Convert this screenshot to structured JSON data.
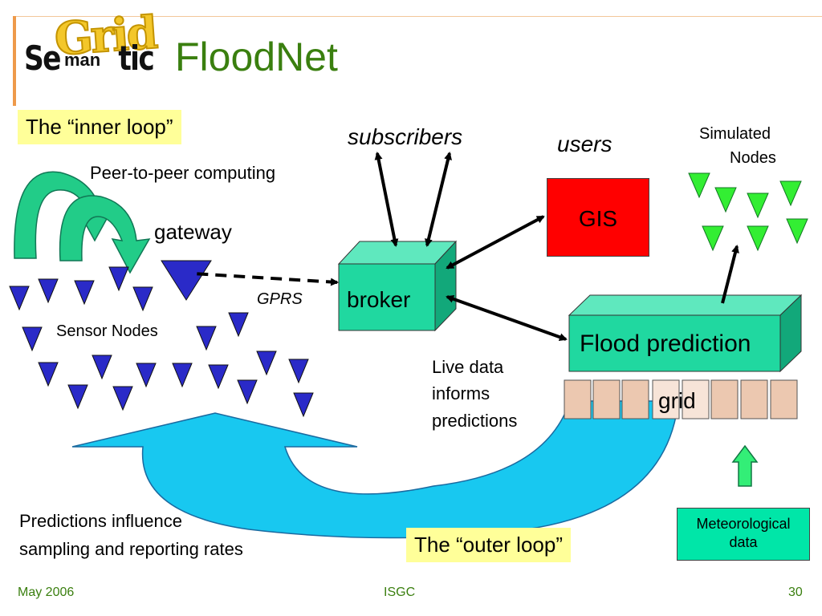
{
  "header": {
    "logo_text": "SemanticGrid",
    "title": "FloodNet"
  },
  "labels": {
    "inner_loop": "The “inner loop”",
    "outer_loop": "The “outer loop”",
    "peer_to_peer": "Peer-to-peer computing",
    "gateway": "gateway",
    "sensor_nodes": "Sensor Nodes",
    "gprs": "GPRS",
    "subscribers": "subscribers",
    "users": "users",
    "simulated_nodes_1": "Simulated",
    "simulated_nodes_2": "Nodes",
    "gis": "GIS",
    "broker": "broker",
    "flood_prediction": "Flood prediction",
    "grid": "grid",
    "live_data_1": "Live data",
    "live_data_2": "informs",
    "live_data_3": "predictions",
    "predictions_1": "Predictions influence",
    "predictions_2": "sampling and reporting rates",
    "meteorological_1": "Meteorological",
    "meteorological_2": "data"
  },
  "footer": {
    "date": "May 2006",
    "venue": "ISGC",
    "page": "30"
  },
  "colors": {
    "title_green": "#3a7f0f",
    "highlight_yellow": "#ffff99",
    "sensor_blue": "#2a2ac8",
    "sim_green": "#33ee33",
    "broker_teal": "#20d8a0",
    "gis_red": "#ff0000",
    "outer_arrow_blue": "#18c8f0",
    "grid_cell": "#ecc8b0"
  }
}
